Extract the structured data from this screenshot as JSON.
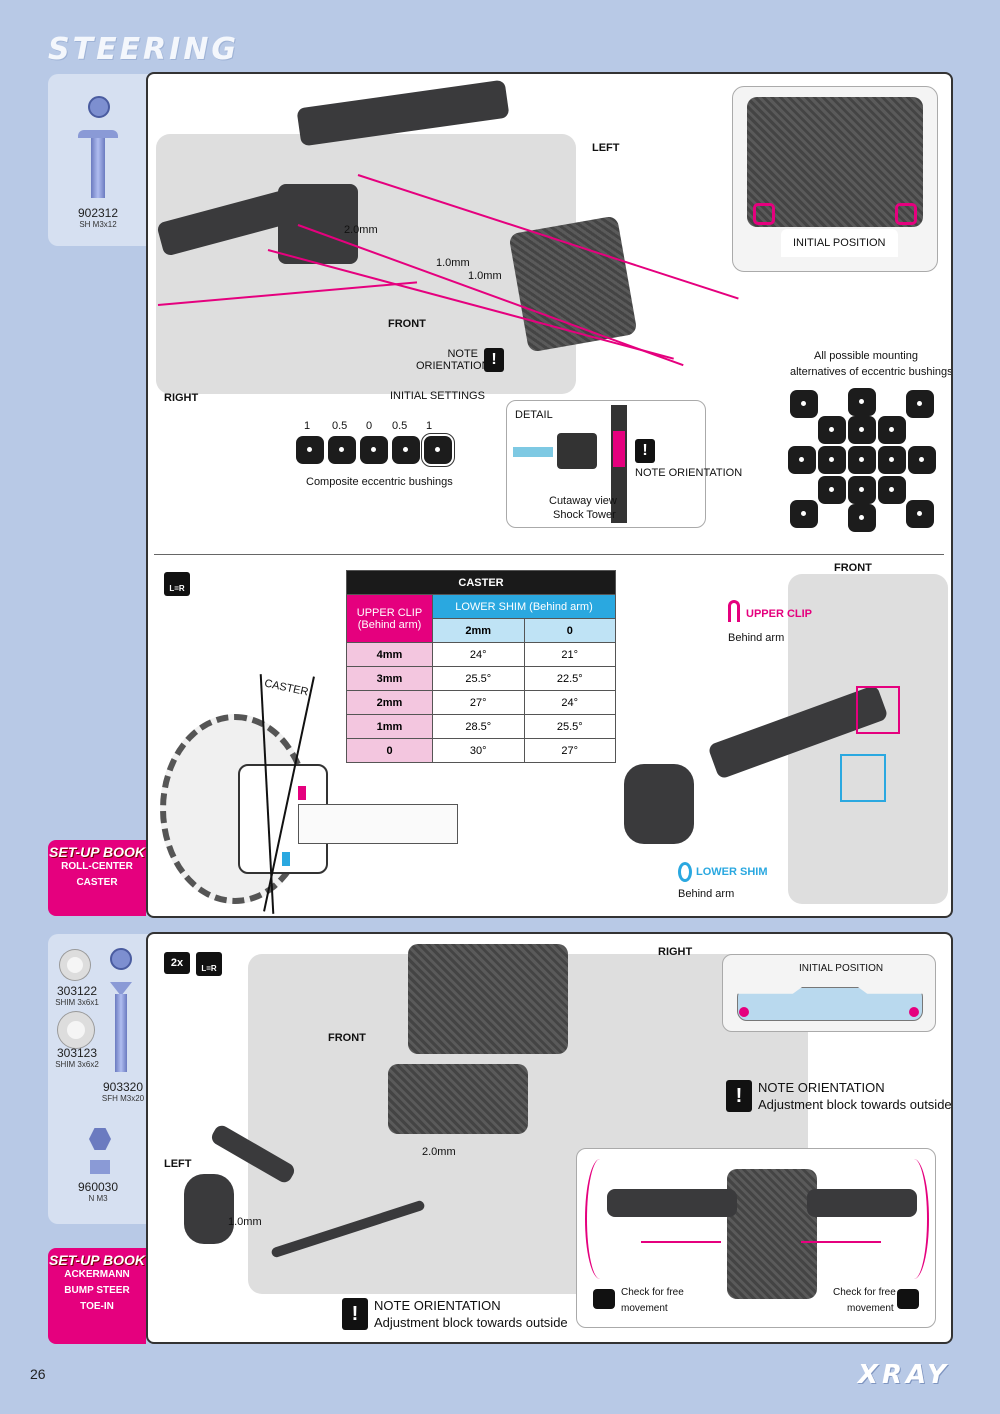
{
  "page": {
    "title": "STEERING",
    "number": "26",
    "brand": "XRAY"
  },
  "section1": {
    "parts": [
      {
        "number": "902312",
        "desc": "SH M3x12"
      }
    ],
    "labels": {
      "left": "LEFT",
      "front": "FRONT",
      "right": "RIGHT",
      "shim_2mm": "2.0mm",
      "shim_1mm_a": "1.0mm",
      "shim_1mm_b": "1.0mm",
      "note_orientation": "NOTE ORIENTATION",
      "note_icon": "!",
      "initial_settings": "INITIAL SETTINGS",
      "bushings_caption": "Composite eccentric bushings",
      "detail": "DETAIL",
      "cutaway": "Cutaway view",
      "shock_tower": "Shock Tower",
      "initial_position": "INITIAL POSITION",
      "mounting_title_1": "All possible mounting",
      "mounting_title_2": "alternatives of eccentric bushings"
    },
    "bushing_values": [
      "1",
      "0.5",
      "0",
      "0.5",
      "1"
    ]
  },
  "section2": {
    "lr_icon": "L=R",
    "caster_label": "CASTER",
    "front_label": "FRONT",
    "table": {
      "title": "CASTER",
      "upper_clip": "UPPER CLIP (Behind arm)",
      "lower_shim": "LOWER SHIM (Behind arm)",
      "shim_cols": [
        "2mm",
        "0"
      ],
      "rows": [
        {
          "clip": "4mm",
          "v1": "24°",
          "v2": "21°"
        },
        {
          "clip": "3mm",
          "v1": "25.5°",
          "v2": "22.5°"
        },
        {
          "clip": "2mm",
          "v1": "27°",
          "v2": "24°"
        },
        {
          "clip": "1mm",
          "v1": "28.5°",
          "v2": "25.5°"
        },
        {
          "clip": "0",
          "v1": "30°",
          "v2": "27°"
        }
      ]
    },
    "upper_clip_label": "UPPER CLIP",
    "upper_clip_sub": "Behind arm",
    "lower_shim_label": "LOWER SHIM",
    "lower_shim_sub": "Behind arm",
    "setup_book": {
      "title": "SET-UP BOOK",
      "items": [
        "ROLL-CENTER",
        "CASTER"
      ]
    }
  },
  "section3": {
    "parts": [
      {
        "number": "303122",
        "desc": "SHIM 3x6x1"
      },
      {
        "number": "303123",
        "desc": "SHIM 3x6x2"
      },
      {
        "number": "903320",
        "desc": "SFH M3x20"
      },
      {
        "number": "960030",
        "desc": "N M3"
      }
    ],
    "qty_icon": "2x",
    "lr_icon": "L=R",
    "labels": {
      "right": "RIGHT",
      "front": "FRONT",
      "left": "LEFT",
      "shim_2mm": "2.0mm",
      "shim_1mm": "1.0mm",
      "initial_position": "INITIAL POSITION",
      "note1_title": "NOTE ORIENTATION",
      "note1_sub": "Adjustment block towards outside",
      "note2_title": "NOTE ORIENTATION",
      "note2_sub": "Adjustment block towards outside",
      "check_left_1": "Check for free",
      "check_left_2": "movement",
      "check_right_1": "Check for free",
      "check_right_2": "movement",
      "note_icon": "!"
    },
    "setup_book": {
      "title": "SET-UP BOOK",
      "items": [
        "ACKERMANN",
        "BUMP STEER",
        "TOE-IN"
      ]
    }
  },
  "colors": {
    "accent_pink": "#e5007e",
    "accent_cyan": "#2aa8e0",
    "page_bg": "#b8c9e6"
  }
}
